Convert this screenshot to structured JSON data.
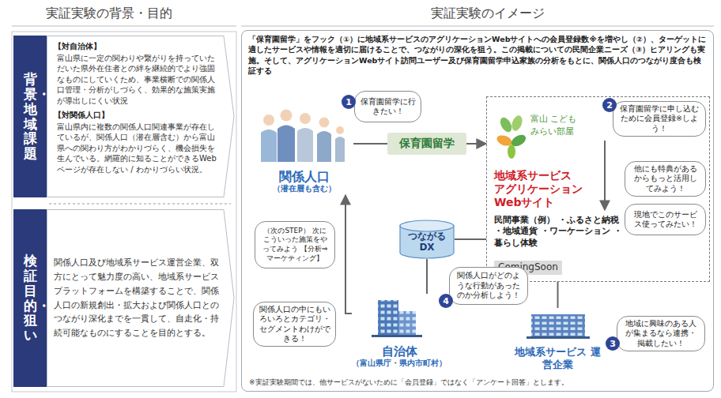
{
  "diagram": {
    "nodes": [
      {
        "text": [
          "背景・地域課題"
        ]
      },
      {
        "text": [
          "【対自治体】",
          "富山県に一定の関わりや繋がりを持っていただいた県外在住者との絆を継続的でより強固なものにしていくため、事業横断での関係人口管理・分析がしづらく、効果的な施策実施が導出しにくい状況",
          "【対関係人口】",
          "富山県内に複数の関係人口関連事業が存在しているが、関係人口（潜在層含む）から富山県への関わり方がわかりづらく、機会損失を生んでいる。網羅的に知ることができるWebページが存在しない / わかりづらい状況。"
        ]
      },
      {
        "text": [
          "検証目的・狙い"
        ]
      },
      {
        "text": [
          "関係人口及び地域系サービス運営企業、双方にとって魅力度の高い、地域系サービスプラットフォームを構築することで、関係人口の新規創出・拡大および関係人口とのつながり深化までを一貫して、自走化・持続可能なものにすることを目的とする。"
        ]
      },
      {
        "text": [
          "「保育園留学」をフック（①）に地域系サービスのアグリケーションWebサイトへの会員登録数※を増やし（②）、ターゲットに適したサービスや情報を適切に届けることで、つながりの深化を狙う。この掲載についての民間企業ニーズ（③）ヒアリングも実施。そして、アグリケーションWebサイト訪問ユーザー及び保育園留学申込家族の分析をもとに、関係人口のつながり度合も検証する",
          "※実証実験期間では、他サービスがないために「会員登録」ではなく「アンケート回答」とします。"
        ]
      },
      {
        "text": [
          "関係人口",
          "（潜在層も含む）"
        ],
        "in": 4
      },
      {
        "text": [
          "保育園留学に行きたい！"
        ],
        "in": 4
      },
      {
        "text": [
          "1"
        ],
        "in": 4
      },
      {
        "text": [
          "保育園留学"
        ],
        "in": 4
      },
      {
        "text": [
          "地域系サービス アグリケーション Webサイト",
          "民間事業（例） ・ふるさと納税 ・地域通貨 ・ワーケーション ・暮らし体験",
          "ComingSoon"
        ],
        "in": 4
      },
      {
        "text": [
          "富山 こども みらい部屋"
        ],
        "in": 9
      },
      {
        "text": [
          "保育園留学に申し込むために会員登録※しよう！"
        ],
        "in": 9
      },
      {
        "text": [
          "2"
        ],
        "in": 9
      },
      {
        "text": [
          "他にも特典があるからもっと活用してみよう！"
        ],
        "in": 9
      },
      {
        "text": [
          "現地でこのサービス使ってみたい！"
        ],
        "in": 9
      },
      {
        "text": [
          "つながる DX"
        ],
        "in": 4
      },
      {
        "text": [
          "関係人口がどのような行動があったのか分析しよう！"
        ],
        "in": 4
      },
      {
        "text": [
          "4"
        ],
        "in": 4
      },
      {
        "text": [
          "（次のSTEP） 次にこういった施策をやってみよう 【分析⇒マーケティング】"
        ],
        "in": 4
      },
      {
        "text": [
          "関係人口の中にもいろいろとカテゴリ・セグメントわけができる！"
        ],
        "in": 4
      },
      {
        "text": [
          "自治体",
          "（富山県庁・県内市町村）"
        ],
        "in": 4
      },
      {
        "text": [
          "地域系サービス 運営企業"
        ],
        "in": 4
      },
      {
        "text": [
          "地域に興味のある人が集まるなら連携・掲載したい！"
        ],
        "in": 4
      },
      {
        "text": [
          "3"
        ],
        "in": 4
      }
    ],
    "edges": [
      {
        "from": 5,
        "to": 8,
        "arrow": "none"
      },
      {
        "from": 8,
        "to": 9,
        "arrow": "to"
      },
      {
        "from": 9,
        "to": 15,
        "arrow": "none"
      },
      {
        "from": 15,
        "to": 20,
        "arrow": "none"
      },
      {
        "from": 20,
        "to": 5,
        "arrow": "to"
      },
      {
        "from": 21,
        "to": 9,
        "arrow": "none"
      }
    ],
    "labels": [
      "実証実験の背景・目的",
      "実証実験のイメージ"
    ]
  }
}
